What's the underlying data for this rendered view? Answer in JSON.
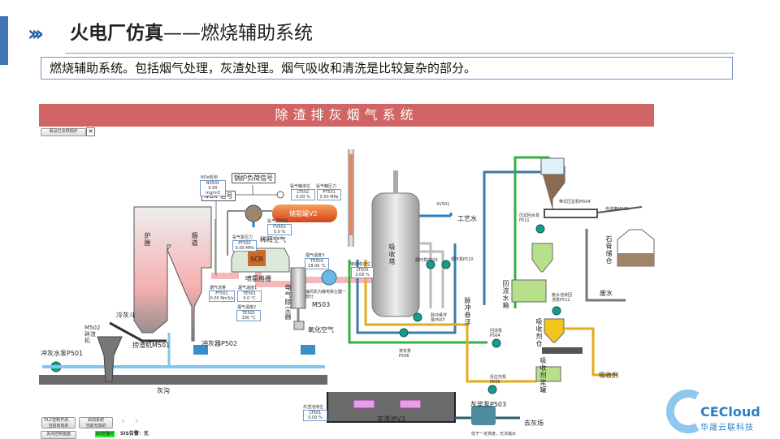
{
  "header": {
    "title_main": "火电厂仿真",
    "title_dash": "——",
    "title_sub": "燃烧辅助系统",
    "description": "燃烧辅助系统。包括烟气处理，灰渣处理。烟气吸收和清洗是比较复杂的部分。"
  },
  "diagram": {
    "banner": "除渣排灰烟气系统",
    "top_button": "假设已点燃锅炉",
    "close_symbol": "✕",
    "signals": {
      "boiler_load": "锅炉负荷信号",
      "nox_signal": "NOx 信号"
    },
    "instruments": [
      {
        "name": "NOx检测",
        "tag": "NS501",
        "value": "0.00 mg/m3"
      },
      {
        "name": "氨气罐液位",
        "tag": "LT502",
        "value": "0.00 %"
      },
      {
        "name": "氨气罐压力",
        "tag": "PT501",
        "value": "0.50 MPa"
      },
      {
        "name": "氨气调节阀",
        "tag": "FV501",
        "value": "0.0 %"
      },
      {
        "name": "氨气泵压力",
        "tag": "PT502",
        "value": "0.00 MPa"
      },
      {
        "name": "烟气流量",
        "tag": "FT501",
        "value": "0.00 Nm3/s"
      },
      {
        "name": "烟气温度1",
        "tag": "TE501",
        "value": "0.0 °C"
      },
      {
        "name": "烟气温度2",
        "tag": "TE502",
        "value": "100 °C"
      },
      {
        "name": "烟气温度3",
        "tag": "TE503",
        "value": "18.00 °C"
      },
      {
        "name": "吸收塔液位",
        "tag": "LT503",
        "value": "3.00 %"
      },
      {
        "name": "灰渣池液位",
        "tag": "LT501",
        "value": "0.00 %"
      }
    ],
    "labels": {
      "ammonia_tank": "储氨罐V2",
      "dilution_air": "稀释空气",
      "scr": "SCR",
      "ammonia_grid": "喷氨格栅",
      "furnace": "炉膛",
      "flue": "烟道",
      "esp": "电气除尘器",
      "fan": "抽风机为静电除尘器一部分",
      "fan_tag": "M503",
      "oxidation_air": "氧化空气",
      "absorber": "吸收塔",
      "valve": "XV501",
      "process_water": "工艺水",
      "circ_pump_1": "循环泵P509",
      "circ_pump_2": "循环泵P510",
      "flush_pump": "脉冲悬浮泵P507",
      "pulse_suspend": "脉冲悬浮",
      "discharge_pump": "排浆泵P506",
      "return_pump": "回流泵P504",
      "feed_pump": "反应剂泵P505",
      "return_tank": "回流水箱",
      "waste_return_pump": "废水池液回流泵P512",
      "filter_return_pump": "压滤回水泵P511",
      "belt_filter": "带式压滤机M504",
      "conveyor": "传送带M505",
      "gypsum_silo": "石膏储仓",
      "waste_water": "废水",
      "absorbent_silo": "吸收剂仓",
      "slurry_tank": "吸收剂浆罐",
      "absorbent": "吸收剂",
      "cold_hopper": "冷灰斗",
      "crusher": "M502碎渣机",
      "scraper": "捞渣机M501",
      "ash_flusher": "冲灰器P502",
      "flush_pump_p501": "冲灰水泵P501",
      "ash_trench": "灰沟",
      "ash_pond": "灰渣池V3",
      "slurry_pump": "灰浆泵P503",
      "to_ash_yard": "去灰场",
      "pump_note": "低于一定高度，无法输水"
    },
    "bottom_controls": {
      "btn1_line1": "PLC控制开启、",
      "btn1_line2": "当前有效的",
      "btn2_line1": "启动系统",
      "btn2_line2": "当前无效的",
      "flag_o": "0",
      "flag_f": "F",
      "btn3": "关闭控制画面",
      "status": "SIS告警灯",
      "alarm_text": "SIS告警：无"
    }
  },
  "brand": {
    "name": "CECloud",
    "sub": "华晟云联科技",
    "color": "#2a7fc4"
  }
}
